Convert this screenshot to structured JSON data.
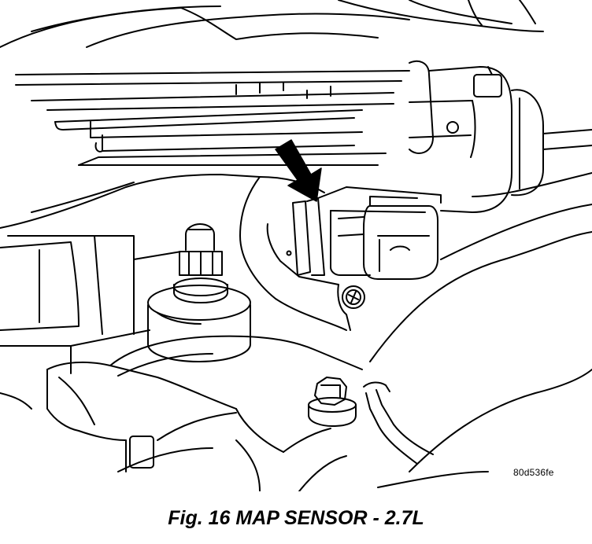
{
  "figure": {
    "image_code": "80d536fe",
    "caption": "Fig. 16 MAP SENSOR - 2.7L",
    "illustration_icon": "engine-line-drawing",
    "arrow_icon": "pointer-arrow",
    "line_color": "#000000",
    "background_color": "#ffffff"
  }
}
